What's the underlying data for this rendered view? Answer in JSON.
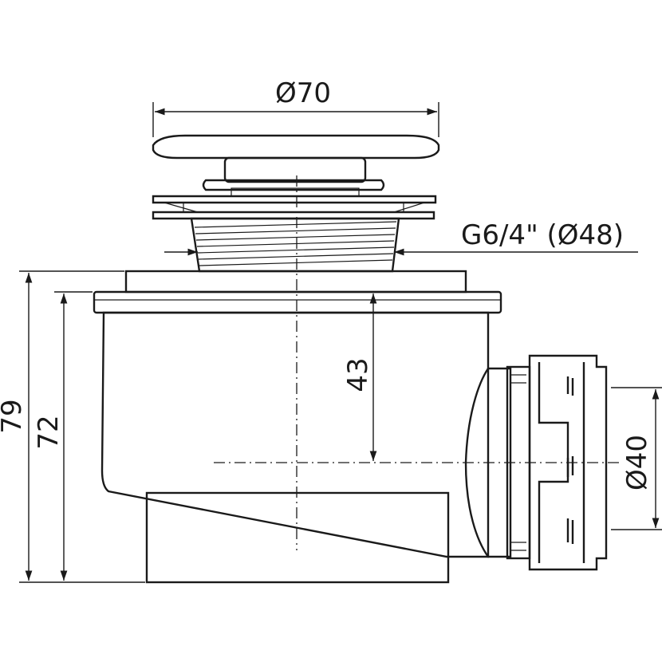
{
  "dimensions": {
    "cap_diameter": "Ø70",
    "thread_size": "G6/4\" (Ø48)",
    "outlet_center_depth": "43",
    "overall_height": "79",
    "body_height": "72",
    "outlet_diameter": "Ø40"
  },
  "colors": {
    "line": "#1a1a1a",
    "fill_light": "#eeeeee",
    "fill_mid": "#cfcfcf",
    "fill_dark": "#3c3c3c"
  }
}
